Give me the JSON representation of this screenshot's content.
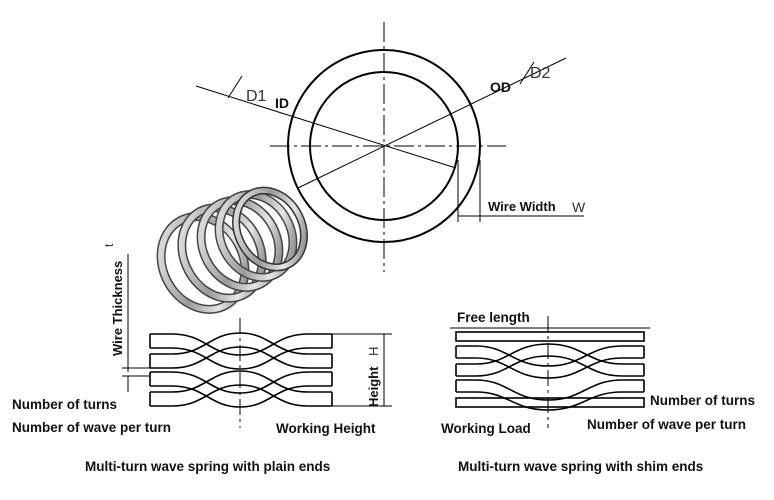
{
  "labels": {
    "d1": "D1",
    "id": "ID",
    "od": "OD",
    "d2": "D2",
    "wire_width": "Wire Width",
    "w": "W",
    "t": "t",
    "wire_thickness": "Wire Thickness",
    "height": "Height",
    "h": "H",
    "free_length": "Free length",
    "number_of_turns": "Number of turns",
    "number_of_wave_per_turn": "Number of wave per turn",
    "working_height": "Working Height",
    "working_load": "Working Load"
  },
  "captions": {
    "plain": "Multi-turn wave spring with plain ends",
    "shim": "Multi-turn wave spring with shim ends"
  }
}
